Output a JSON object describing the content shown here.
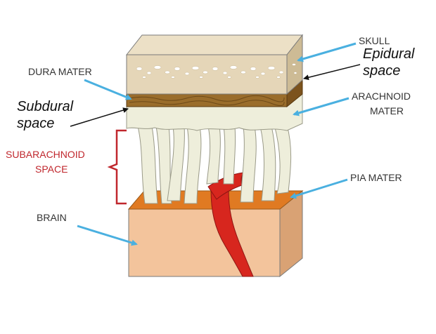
{
  "labels": {
    "skull": "SKULL",
    "epidural_line1": "Epidural",
    "epidural_line2": "space",
    "dura_mater": "DURA MATER",
    "arachnoid_line1": "ARACHNOID",
    "arachnoid_line2": "MATER",
    "subdural_line1": "Subdural",
    "subdural_line2": "space",
    "subarachnoid_line1": "SUBARACHNOID",
    "subarachnoid_line2": "SPACE",
    "pia_mater": "PIA MATER",
    "brain": "BRAIN"
  },
  "colors": {
    "skull": "#e5d6b8",
    "dura": "#9a6d2b",
    "arachnoid": "#eeeedb",
    "pia": "#e07a22",
    "brain": "#f3c49c",
    "vessel": "#d7261e",
    "pointer_arrow": "#4ab0e0",
    "subarachnoid_bracket": "#c0272d"
  }
}
